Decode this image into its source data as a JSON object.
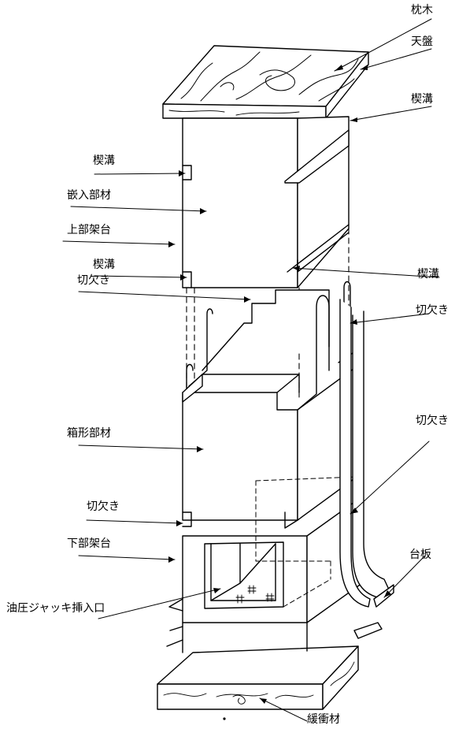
{
  "labels": {
    "makuragi": "枕木",
    "tenban": "天盤",
    "kusabimizo_top_right": "楔溝",
    "kusabimizo_left_upper": "楔溝",
    "kannyu_buzai": "嵌入部材",
    "jobu_kadai": "上部架台",
    "kusabimizo_left_lower": "楔溝",
    "kusabimizo_right_lower": "楔溝",
    "kirikaki_top": "切欠き",
    "kirikaki_right_upper": "切欠き",
    "hakogata_buzai": "箱形部材",
    "kirikaki_right_lower": "切欠き",
    "kirikaki_left": "切欠き",
    "kabu_kadai": "下部架台",
    "daiban": "台板",
    "yuatsu_jack": "油圧ジャッキ挿入口",
    "kanshozai": "緩衝材"
  },
  "colors": {
    "line": "#000000",
    "background": "#ffffff"
  }
}
